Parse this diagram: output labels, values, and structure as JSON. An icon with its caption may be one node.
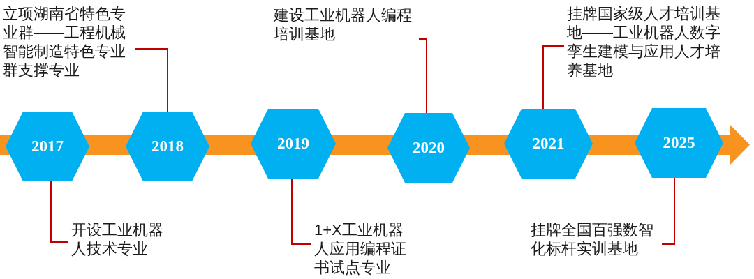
{
  "diagram": {
    "nodes": [
      {
        "text": [
          "2017"
        ]
      },
      {
        "text": [
          "2018"
        ]
      },
      {
        "text": [
          "2019"
        ]
      },
      {
        "text": [
          "2020"
        ]
      },
      {
        "text": [
          "2021"
        ]
      },
      {
        "text": [
          "2025"
        ]
      },
      {
        "text": [
          "开设工业机器人技术专业"
        ]
      },
      {
        "text": [
          "立项湖南省特色专业群——工程机械智能制造特色专业群支撑专业"
        ]
      },
      {
        "text": [
          "1+X工业机器人应用编程证书试点专业"
        ]
      },
      {
        "text": [
          "建设工业机器人编程培训基地"
        ]
      },
      {
        "text": [
          "挂牌国家级人才培训基地——工业机器人数字孪生建模与应用人才培养基地"
        ]
      },
      {
        "text": [
          "挂牌全国百强数智化标杆实训基地"
        ]
      }
    ],
    "edges": [
      {
        "from": 6,
        "to": 0,
        "arrow": "none"
      },
      {
        "from": 7,
        "to": 1,
        "arrow": "none"
      },
      {
        "from": 8,
        "to": 2,
        "arrow": "none"
      },
      {
        "from": 9,
        "to": 3,
        "arrow": "none"
      },
      {
        "from": 10,
        "to": 4,
        "arrow": "none"
      },
      {
        "from": 11,
        "to": 5,
        "arrow": "none"
      }
    ]
  }
}
